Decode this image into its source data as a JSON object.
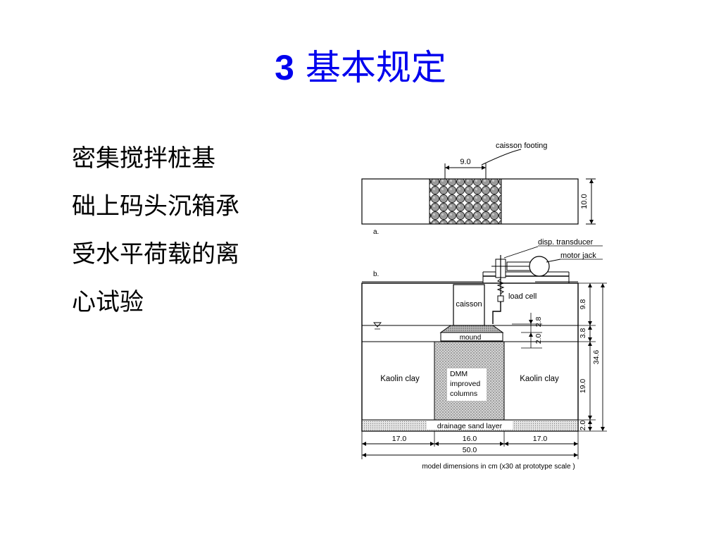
{
  "slide": {
    "title_number": "3",
    "title_text": "基本规定",
    "body_lines": [
      "密集搅拌桩基",
      "础上码头沉箱承",
      "受水平荷载的离",
      "心试验"
    ]
  },
  "figure": {
    "panel_a_label": "a.",
    "panel_b_label": "b.",
    "caisson_footing_label": "caisson footing",
    "footing_width": "9.0",
    "footing_length": "10.0",
    "disp_transducer_label": "disp. transducer",
    "motor_jack_label": "motor jack",
    "load_cell_label": "load cell",
    "caisson_label": "caisson",
    "mound_label": "mound",
    "dim_2_8": "2.8",
    "dim_2_0": "2.0",
    "dim_9_8": "9.8",
    "dim_3_8": "3.8",
    "dim_19_0": "19.0",
    "dim_2_0_bottom": "2.0",
    "dim_34_6": "34.6",
    "left_clay_label": "Kaolin clay",
    "right_clay_label": "Kaolin clay",
    "dmm_line1": "DMM",
    "dmm_line2": "improved",
    "dmm_line3": "columns",
    "sand_layer_label": "drainage sand layer",
    "dim_17_left": "17.0",
    "dim_16": "16.0",
    "dim_17_right": "17.0",
    "dim_50": "50.0",
    "caption": "model dimensions in cm (x30 at prototype scale )"
  }
}
